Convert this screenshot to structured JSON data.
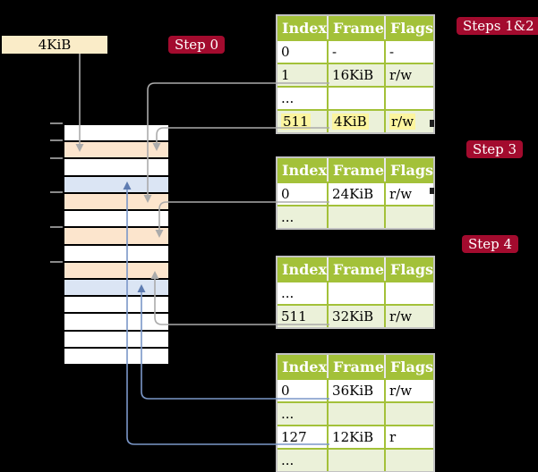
{
  "legend_box": {
    "label": "4KiB"
  },
  "step_labels": [
    {
      "id": "step0",
      "text": "Step 0"
    },
    {
      "id": "steps12",
      "text": "Steps 1&2"
    },
    {
      "id": "step3",
      "text": "Step 3"
    },
    {
      "id": "step4",
      "text": "Step 4"
    }
  ],
  "tables": [
    {
      "id": "table-level4-at-4kib",
      "headers": [
        "Index",
        "Frame",
        "Flags"
      ],
      "rows": [
        {
          "cells": [
            "0",
            "-",
            "-"
          ]
        },
        {
          "cells": [
            "1",
            "16KiB",
            "r/w"
          ]
        },
        {
          "cells": [
            "...",
            "",
            ""
          ]
        },
        {
          "cells": [
            "511",
            "4KiB",
            "r/w"
          ],
          "highlight": true
        }
      ]
    },
    {
      "id": "table-at-16kib",
      "headers": [
        "Index",
        "Frame",
        "Flags"
      ],
      "rows": [
        {
          "cells": [
            "0",
            "24KiB",
            "r/w"
          ]
        },
        {
          "cells": [
            "...",
            "",
            ""
          ]
        }
      ]
    },
    {
      "id": "table-at-24kib",
      "headers": [
        "Index",
        "Frame",
        "Flags"
      ],
      "rows": [
        {
          "cells": [
            "...",
            "",
            ""
          ]
        },
        {
          "cells": [
            "511",
            "32KiB",
            "r/w"
          ]
        }
      ]
    },
    {
      "id": "table-at-32kib",
      "headers": [
        "Index",
        "Frame",
        "Flags"
      ],
      "rows": [
        {
          "cells": [
            "0",
            "36KiB",
            "r/w"
          ]
        },
        {
          "cells": [
            "...",
            "",
            ""
          ]
        },
        {
          "cells": [
            "127",
            "12KiB",
            "r"
          ]
        },
        {
          "cells": [
            "...",
            "",
            ""
          ]
        }
      ]
    }
  ],
  "memory": {
    "description": "physical memory column, one row per 4KiB frame starting at 0KiB",
    "row_types": [
      "free",
      "table",
      "free",
      "mapped",
      "table",
      "free",
      "table",
      "free",
      "table",
      "mapped",
      "free",
      "free",
      "free",
      "free"
    ],
    "tick_addresses_kib": [
      0,
      4,
      8,
      16,
      24,
      32
    ]
  },
  "connections": [
    {
      "id": "legend-4kib-to-frame-4kib",
      "from": "4KiB legend box",
      "to": "frame 4KiB",
      "color": "gray"
    },
    {
      "id": "t1-entry1-to-frame-16kib",
      "from": "table1 entry 1 (16KiB)",
      "to": "frame 16KiB",
      "color": "gray"
    },
    {
      "id": "t1-entry511-to-frame-4kib",
      "from": "table1 entry 511 (4KiB, recursive)",
      "to": "frame 4KiB",
      "color": "gray"
    },
    {
      "id": "t2-entry0-to-frame-24kib",
      "from": "table2 entry 0 (24KiB)",
      "to": "frame 24KiB",
      "color": "gray"
    },
    {
      "id": "t3-entry511-to-frame-32kib",
      "from": "table3 entry 511 (32KiB)",
      "to": "frame 32KiB",
      "color": "gray"
    },
    {
      "id": "t4-entry0-to-frame-36kib",
      "from": "table4 entry 0 (36KiB)",
      "to": "frame 36KiB",
      "color": "blue"
    },
    {
      "id": "t4-entry127-to-frame-12kib",
      "from": "table4 entry 127 (12KiB)",
      "to": "frame 12KiB",
      "color": "blue"
    }
  ],
  "colors": {
    "background": "#000000",
    "table_header_green": "#a3c139",
    "table_row_tint": "#ebf1d9",
    "highlight_yellow": "#fcf59f",
    "frame_table_peach": "#fce5cd",
    "frame_mapped_blue": "#dbe5f4",
    "label_red": "#a30b2e",
    "legend_wheat": "#faecc8",
    "arrow_gray": "#ababab",
    "arrow_blue": "#7b97c8",
    "arrow_blue_head": "#5e7cb1"
  }
}
